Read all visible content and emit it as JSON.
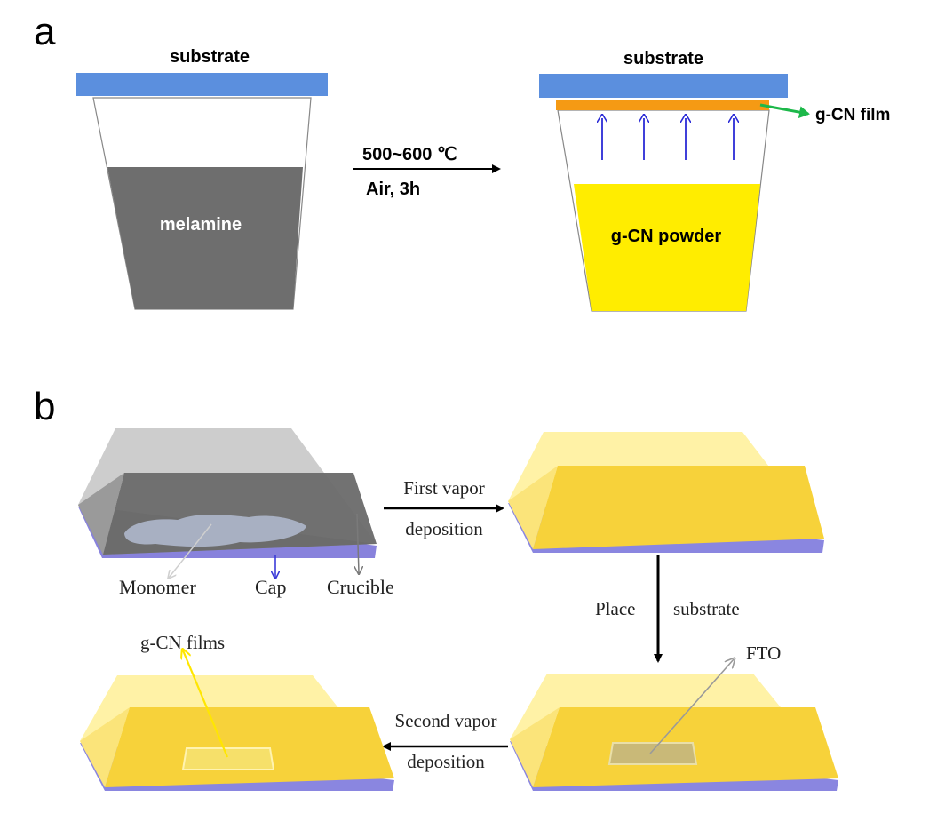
{
  "panel_a": {
    "letter": "a",
    "left_substrate": "substrate",
    "right_substrate": "substrate",
    "precursor": "melamine",
    "condition_temp": "500~600 ℃",
    "condition_env": "Air, 3h",
    "product_powder": "g-CN powder",
    "product_film": "g-CN film"
  },
  "panel_b": {
    "letter": "b",
    "label_monomer": "Monomer",
    "label_cap": "Cap",
    "label_crucible": "Crucible",
    "step1_line1": "First vapor",
    "step1_line2": "deposition",
    "step2_left": "Place",
    "step2_right": "substrate",
    "label_fto": "FTO",
    "step3_line1": "Second vapor",
    "step3_line2": "deposition",
    "label_films": "g-CN films"
  },
  "colors": {
    "substrate_blue": "#5b8fde",
    "melamine_gray": "#6e6e6e",
    "powder_yellow": "#ffed00",
    "film_orange": "#f59a14",
    "film_arrow_green": "#1db84a",
    "vapor_arrow_blue": "#2b2bd6"
  }
}
